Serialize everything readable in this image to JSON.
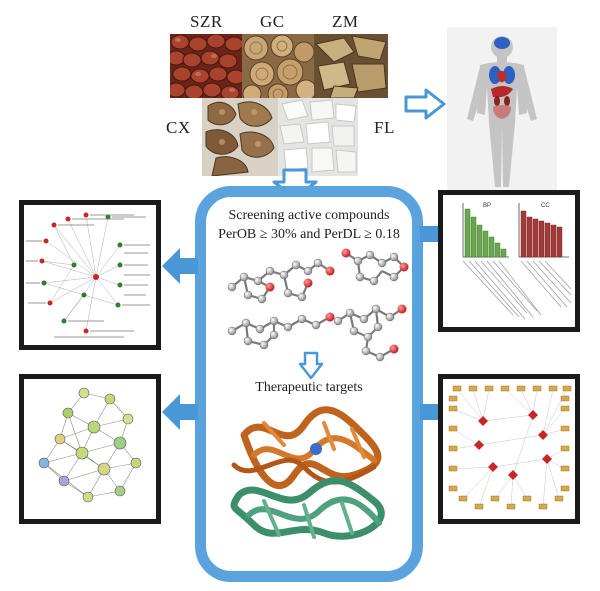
{
  "herbs": [
    {
      "label": "SZR",
      "color": "#9c3a28"
    },
    {
      "label": "GC",
      "color": "#b08a5c"
    },
    {
      "label": "ZM",
      "color": "#b39a6a"
    },
    {
      "label": "CX",
      "color": "#8c6a45"
    },
    {
      "label": "FL",
      "color": "#f0f0ee"
    }
  ],
  "center": {
    "screening_line1": "Screening active compounds",
    "screening_line2": "PerOB ≥ 30% and PerDL ≥ 0.18",
    "targets_title": "Therapeutic targets"
  },
  "colors": {
    "accent_blue": "#5aa3dd",
    "arrow_fill": "#4a97d8",
    "protein_orange": "#c0631e",
    "protein_green": "#3d8f6c",
    "bar_green": "#6aa84f",
    "bar_red": "#a33a3a"
  },
  "panels": {
    "bar_chart_labels": [
      "BP",
      "CC"
    ]
  }
}
